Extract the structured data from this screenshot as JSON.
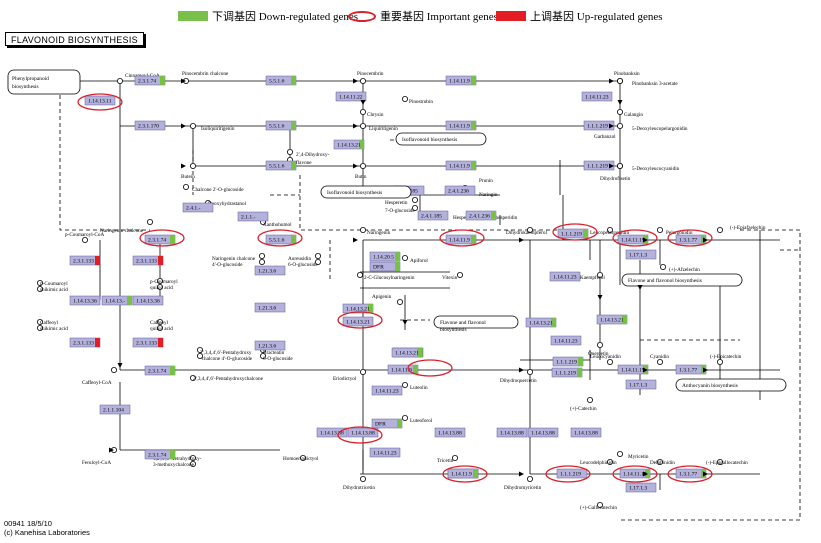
{
  "title": "FLAVONOID BIOSYNTHESIS",
  "legend": {
    "down": "下调基因 Down-regulated genes",
    "important": "重要基因 Important genes",
    "up": "上调基因 Up-regulated genes"
  },
  "colors": {
    "down": "#78c04a",
    "up": "#e31d24",
    "enzyme": "#b4b2dc",
    "important": "#d9202a"
  },
  "footer": {
    "code": "00941 18/5/10",
    "credit": "(c) Kanehisa Laboratories"
  },
  "enzymes": [
    {
      "label": "2.3.1.74",
      "status": "down"
    },
    {
      "label": "1.14.13.11",
      "status": "none"
    },
    {
      "label": "5.5.1.6",
      "status": "down"
    },
    {
      "label": "1.14.11.22",
      "status": "none"
    },
    {
      "label": "1.14.11.9",
      "status": "down"
    },
    {
      "label": "1.14.11.23",
      "status": "none"
    },
    {
      "label": "2.3.1.170",
      "status": "none"
    },
    {
      "label": "5.5.1.6",
      "status": "down"
    },
    {
      "label": "1.14.11.9",
      "status": "down"
    },
    {
      "label": "1.1.1.219",
      "status": "none"
    },
    {
      "label": "1.14.13.21",
      "status": "down"
    },
    {
      "label": "5.5.1.6",
      "status": "down"
    },
    {
      "label": "1.14.11.9",
      "status": "down"
    },
    {
      "label": "1.1.1.219",
      "status": "none"
    },
    {
      "label": "2.4.1.-",
      "status": "none"
    },
    {
      "label": "2.1.1.-",
      "status": "none"
    },
    {
      "label": "2.4.1.185",
      "status": "none"
    },
    {
      "label": "2.4.1.236",
      "status": "none"
    },
    {
      "label": "2.4.1.185",
      "status": "none"
    },
    {
      "label": "2.4.1.236",
      "status": "down"
    },
    {
      "label": "2.3.1.74",
      "status": "down"
    },
    {
      "label": "5.5.1.6",
      "status": "down"
    },
    {
      "label": "1.14.11.9",
      "status": "down"
    },
    {
      "label": "1.1.1.219",
      "status": "down"
    },
    {
      "label": "1.14.11.19",
      "status": "down"
    },
    {
      "label": "1.3.1.77",
      "status": "down"
    },
    {
      "label": "1.17.1.3",
      "status": "none"
    },
    {
      "label": "1.14.11.23",
      "status": "none"
    },
    {
      "label": "2.3.1.133",
      "status": "up"
    },
    {
      "label": "2.3.1.133",
      "status": "up"
    },
    {
      "label": "1.14.13.36",
      "status": "none"
    },
    {
      "label": "1.14.13.-",
      "status": "down"
    },
    {
      "label": "1.14.13.36",
      "status": "none"
    },
    {
      "label": "2.3.1.133",
      "status": "up"
    },
    {
      "label": "2.3.1.133",
      "status": "up"
    },
    {
      "label": "1.21.3.6",
      "status": "none"
    },
    {
      "label": "1.21.3.6",
      "status": "none"
    },
    {
      "label": "1.21.3.6",
      "status": "none"
    },
    {
      "label": "1.14.13.21",
      "status": "down"
    },
    {
      "label": "1.14.20.5",
      "status": "down"
    },
    {
      "label": "DFR",
      "status": "down"
    },
    {
      "label": "1.14.13.21",
      "status": "none"
    },
    {
      "label": "1.14.13.21",
      "status": "down"
    },
    {
      "label": "1.14.13.21",
      "status": "down"
    },
    {
      "label": "1.14.13.21",
      "status": "down"
    },
    {
      "label": "2.3.1.74",
      "status": "down"
    },
    {
      "label": "2.1.1.104",
      "status": "none"
    },
    {
      "label": "1.14.11.9",
      "status": "down"
    },
    {
      "label": "1.14.11.23",
      "status": "none"
    },
    {
      "label": "1.14.13.21",
      "status": "down"
    },
    {
      "label": "1.14.11.23",
      "status": "none"
    },
    {
      "label": "1.1.1.219",
      "status": "down"
    },
    {
      "label": "1.14.11.19",
      "status": "down"
    },
    {
      "label": "1.3.1.77",
      "status": "down"
    },
    {
      "label": "1.17.1.3",
      "status": "none"
    },
    {
      "label": "1.1.1.219",
      "status": "down"
    },
    {
      "label": "DFR",
      "status": "down"
    },
    {
      "label": "1.14.13.88",
      "status": "none"
    },
    {
      "label": "1.14.13.88",
      "status": "none"
    },
    {
      "label": "1.14.13.88",
      "status": "none"
    },
    {
      "label": "1.14.13.88",
      "status": "none"
    },
    {
      "label": "1.14.13.88",
      "status": "none"
    },
    {
      "label": "1.14.13.88",
      "status": "none"
    },
    {
      "label": "1.14.11.23",
      "status": "none"
    },
    {
      "label": "1.14.11.9",
      "status": "down"
    },
    {
      "label": "2.3.1.74",
      "status": "down"
    },
    {
      "label": "1.1.1.219",
      "status": "none"
    },
    {
      "label": "1.14.11.19",
      "status": "down"
    },
    {
      "label": "1.3.1.77",
      "status": "down"
    },
    {
      "label": "1.17.1.3",
      "status": "none"
    },
    {
      "label": "1.14.11.9",
      "status": "down"
    }
  ],
  "compounds": [
    {
      "label": "Cinnamoyl-CoA"
    },
    {
      "label": "Pinocembrin chalcone"
    },
    {
      "label": "Pinocembrin"
    },
    {
      "label": "Pinobanksin"
    },
    {
      "label": "Pinobanksin 3-acetate"
    },
    {
      "label": "Pinostrobin"
    },
    {
      "label": "Chrysin"
    },
    {
      "label": "Galangin"
    },
    {
      "label": "Isoliquiritigenin"
    },
    {
      "label": "Liquiritigenin"
    },
    {
      "label": "Garbanzol"
    },
    {
      "label": "5-Deoxyleucopelargonidin"
    },
    {
      "label": "2',4-Dihydroxy-"
    },
    {
      "label": "flavone"
    },
    {
      "label": "Butein"
    },
    {
      "label": "Butin"
    },
    {
      "label": "Dihydrofisetin"
    },
    {
      "label": "5-Deoxyleucocyanidin"
    },
    {
      "label": "Chalcone 2'-O-glucoside"
    },
    {
      "label": "Deoxyhydrastanol"
    },
    {
      "label": "Prunin"
    },
    {
      "label": "Naringin"
    },
    {
      "label": "Hesperetin"
    },
    {
      "label": "7-O-glucoside"
    },
    {
      "label": "Hesperetin"
    },
    {
      "label": "Neohesperidin"
    },
    {
      "label": "Naringenin chalcone"
    },
    {
      "label": "Xanthohumol"
    },
    {
      "label": "Naringenin"
    },
    {
      "label": "Dihydrokaempferol"
    },
    {
      "label": "Leucopelargonidin"
    },
    {
      "label": "Pelargonidin"
    },
    {
      "label": "(-)-Epiafzelechin"
    },
    {
      "label": "(+)-Afzelechin"
    },
    {
      "label": "p-Coumaroyl-CoA"
    },
    {
      "label": "Naringenin chalcone"
    },
    {
      "label": "4'-O-glucoside"
    },
    {
      "label": "Aureusidin"
    },
    {
      "label": "6-O-glucoside"
    },
    {
      "label": "Apiforol"
    },
    {
      "label": "2-C-Glucosylnaringenin"
    },
    {
      "label": "Vitexin"
    },
    {
      "label": "Kaempferol"
    },
    {
      "label": "p-Coumaroyl"
    },
    {
      "label": "shikimic acid"
    },
    {
      "label": "p-Coumaroyl"
    },
    {
      "label": "quinic acid"
    },
    {
      "label": "Apigenin"
    },
    {
      "label": "Caffeoyl"
    },
    {
      "label": "shikimic acid"
    },
    {
      "label": "Caffeoyl"
    },
    {
      "label": "quinic acid"
    },
    {
      "label": "Quercetin"
    },
    {
      "label": "2',3,4,4',6'-Pentahydroxy"
    },
    {
      "label": "-chalcone 4'-O-glucoside"
    },
    {
      "label": "Bracteatin"
    },
    {
      "label": "6-O-glucoside"
    },
    {
      "label": "2',3,4,4',6'-Pentahydroxychalcone"
    },
    {
      "label": "Caffeoyl-CoA"
    },
    {
      "label": "Eriodictyol"
    },
    {
      "label": "Dihydroquercetin"
    },
    {
      "label": "Leucocyanidin"
    },
    {
      "label": "Cyanidin"
    },
    {
      "label": "(-)-Epicatechin"
    },
    {
      "label": "Luteolin"
    },
    {
      "label": "(+)-Catechin"
    },
    {
      "label": "Luteoforol"
    },
    {
      "label": "Feruloyl-CoA"
    },
    {
      "label": "4,2',4',6'-Tetrahydroxy-"
    },
    {
      "label": "3-methoxychalcone"
    },
    {
      "label": "Homoeriodictyol"
    },
    {
      "label": "Tricetin"
    },
    {
      "label": "Myricetin"
    },
    {
      "label": "Leucodelphinidin"
    },
    {
      "label": "Delphinidin"
    },
    {
      "label": "(-)-Epigallocatechin"
    },
    {
      "label": "Dihydrotricetin"
    },
    {
      "label": "Dihydromyricetin"
    },
    {
      "label": "(+)-Gallocatechin"
    }
  ],
  "maps": [
    {
      "label": "Phenylpropanoid"
    },
    {
      "label": "biosynthesis"
    },
    {
      "label": "Isoflavonoid biosynthesis"
    },
    {
      "label": "Isoflavonoid biosynthesis"
    },
    {
      "label": "Flavone and flavonol biosynthesis"
    },
    {
      "label": "Flavone and flavonol"
    },
    {
      "label": "biosynthesis"
    },
    {
      "label": "Anthocyanin biosynthesis"
    }
  ]
}
